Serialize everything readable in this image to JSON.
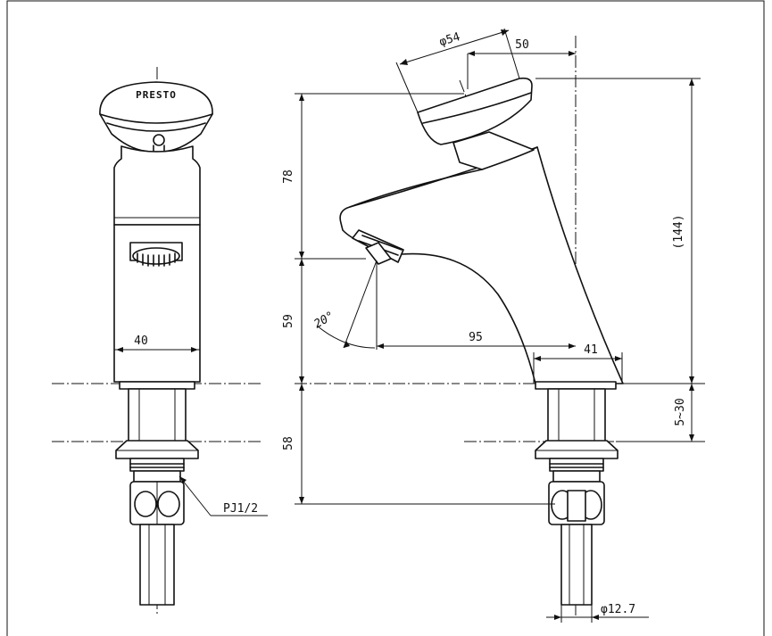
{
  "drawing": {
    "logo_text": "PRESTO",
    "dimensions": {
      "dia_head": "φ54",
      "head_offset": "50",
      "height_upper": "78",
      "height_lower": "59",
      "total_height": "(144)",
      "angle": "20°",
      "spout_reach": "95",
      "base_width": "41",
      "front_width": "40",
      "counter_thickness": "5~30",
      "shank_length": "58",
      "thread": "PJ1/2",
      "tube_dia": "φ12.7"
    }
  }
}
